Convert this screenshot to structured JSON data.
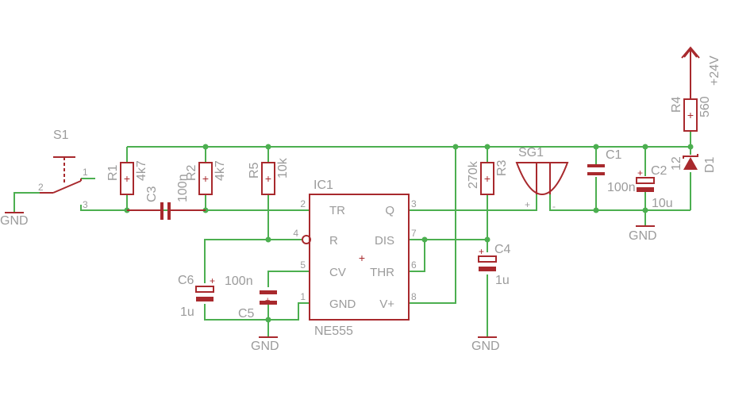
{
  "schematic": {
    "switch": {
      "name": "S1",
      "pins": [
        "1",
        "2",
        "3"
      ]
    },
    "resistors": {
      "r1": {
        "name": "R1",
        "value": "4k7"
      },
      "r2": {
        "name": "R2",
        "value": "4k7"
      },
      "r5": {
        "name": "R5",
        "value": "10k"
      },
      "r3": {
        "name": "R3",
        "value": "270k"
      },
      "r4": {
        "name": "R4",
        "value": "560"
      }
    },
    "capacitors": {
      "c3": {
        "name": "C3",
        "value": "100n"
      },
      "c1": {
        "name": "C1",
        "value": "100n"
      },
      "c2": {
        "name": "C2",
        "value": "10u"
      },
      "c4": {
        "name": "C4",
        "value": "1u"
      },
      "c5": {
        "name": "C5",
        "value": "100n"
      },
      "c6": {
        "name": "C6",
        "value": "1u"
      }
    },
    "buzzer": {
      "name": "SG1"
    },
    "diode": {
      "name": "D1",
      "value": "12"
    },
    "ic": {
      "name": "IC1",
      "value": "NE555",
      "pins_left": [
        {
          "num": "2",
          "label": "TR"
        },
        {
          "num": "4",
          "label": "R"
        },
        {
          "num": "5",
          "label": "CV"
        },
        {
          "num": "1",
          "label": "GND"
        }
      ],
      "pins_right": [
        {
          "num": "3",
          "label": "Q"
        },
        {
          "num": "7",
          "label": "DIS"
        },
        {
          "num": "6",
          "label": "THR"
        },
        {
          "num": "8",
          "label": "V+"
        }
      ]
    },
    "supply": "+24V",
    "ground": "GND",
    "polarity": {
      "plus": "+",
      "minus": "-"
    }
  }
}
